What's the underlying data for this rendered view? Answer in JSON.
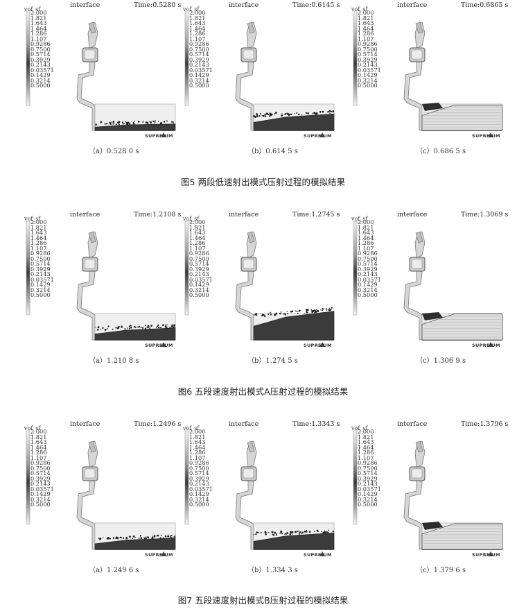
{
  "colorbar": {
    "title": "vof_sf",
    "labels": [
      "2.000",
      "1.821",
      "1.643",
      "1.464",
      "1.286",
      "1.107",
      "0.9286",
      "0.7500",
      "0.5714",
      "0.3929",
      "0.2143",
      "0.03571",
      "0.1429",
      "0.3214",
      "0.5000"
    ]
  },
  "header_label": "interface",
  "watermark": "SUPREIUM",
  "figures": [
    {
      "caption": "图5 两段低速射出模式压射过程的模拟结果",
      "panels": [
        {
          "time": "Time:0.5280 s",
          "subcaption": "（a）0.528 0 s",
          "fill_fraction": 0.12
        },
        {
          "time": "Time:0.6145 s",
          "subcaption": "（b）0.614 5 s",
          "fill_fraction": 0.45
        },
        {
          "time": "Time:0.6865 s",
          "subcaption": "（c）0.686 5 s",
          "fill_fraction": 0.95
        }
      ]
    },
    {
      "caption": "图6 五段速度射出模式A压射过程的模拟结果",
      "panels": [
        {
          "time": "Time:1.2108 s",
          "subcaption": "（a）1.210 8 s",
          "fill_fraction": 0.3
        },
        {
          "time": "Time:1.2745 s",
          "subcaption": "（b）1.274 5 s",
          "fill_fraction": 0.85
        },
        {
          "time": "Time:1.3069 s",
          "subcaption": "（c）1.306 9 s",
          "fill_fraction": 0.98
        }
      ]
    },
    {
      "caption": "图7 五段速度射出模式B压射过程的模拟结果",
      "panels": [
        {
          "time": "Time:1.2496 s",
          "subcaption": "（a）1.249 6 s",
          "fill_fraction": 0.28
        },
        {
          "time": "Time:1.3343 s",
          "subcaption": "（b）1.334 3 s",
          "fill_fraction": 0.45
        },
        {
          "time": "Time:1.3796 s",
          "subcaption": "（c）1.379 6 s",
          "fill_fraction": 0.97
        }
      ]
    }
  ]
}
